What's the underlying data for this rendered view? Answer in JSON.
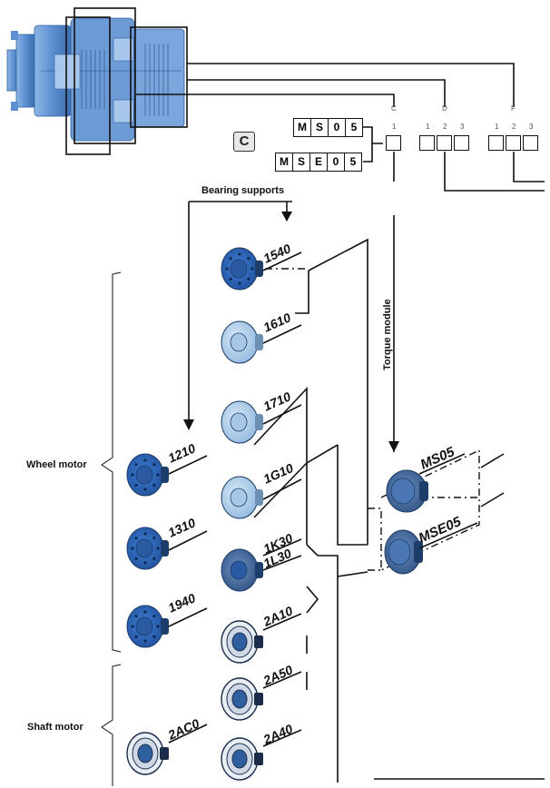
{
  "order_code": {
    "badge": "C",
    "column_c": {
      "header": "C",
      "positions": [
        "1"
      ]
    },
    "column_d": {
      "header": "D",
      "positions": [
        "1",
        "2",
        "3"
      ]
    },
    "column_f": {
      "header": "F",
      "positions": [
        "1",
        "2",
        "3"
      ]
    },
    "code_ms05": [
      "M",
      "S",
      "0",
      "5"
    ],
    "code_mse05": [
      "M",
      "S",
      "E",
      "0",
      "5"
    ]
  },
  "labels": {
    "bearing_supports": "Bearing supports",
    "torque_module": "Torque module",
    "wheel_motor": "Wheel motor",
    "shaft_motor": "Shaft motor"
  },
  "bearing_codes": [
    "1540",
    "1610",
    "1710",
    "1210",
    "1G10",
    "1310",
    "1K30",
    "1L30",
    "1940",
    "2A10",
    "2A50",
    "2AC0",
    "2A40"
  ],
  "torque_modules": [
    "MS05",
    "MSE05"
  ],
  "colors": {
    "motor_blue": "#5b8fd0",
    "motor_light": "#b7d3ec",
    "motor_dark": "#2f5f9e",
    "line": "#111111"
  }
}
